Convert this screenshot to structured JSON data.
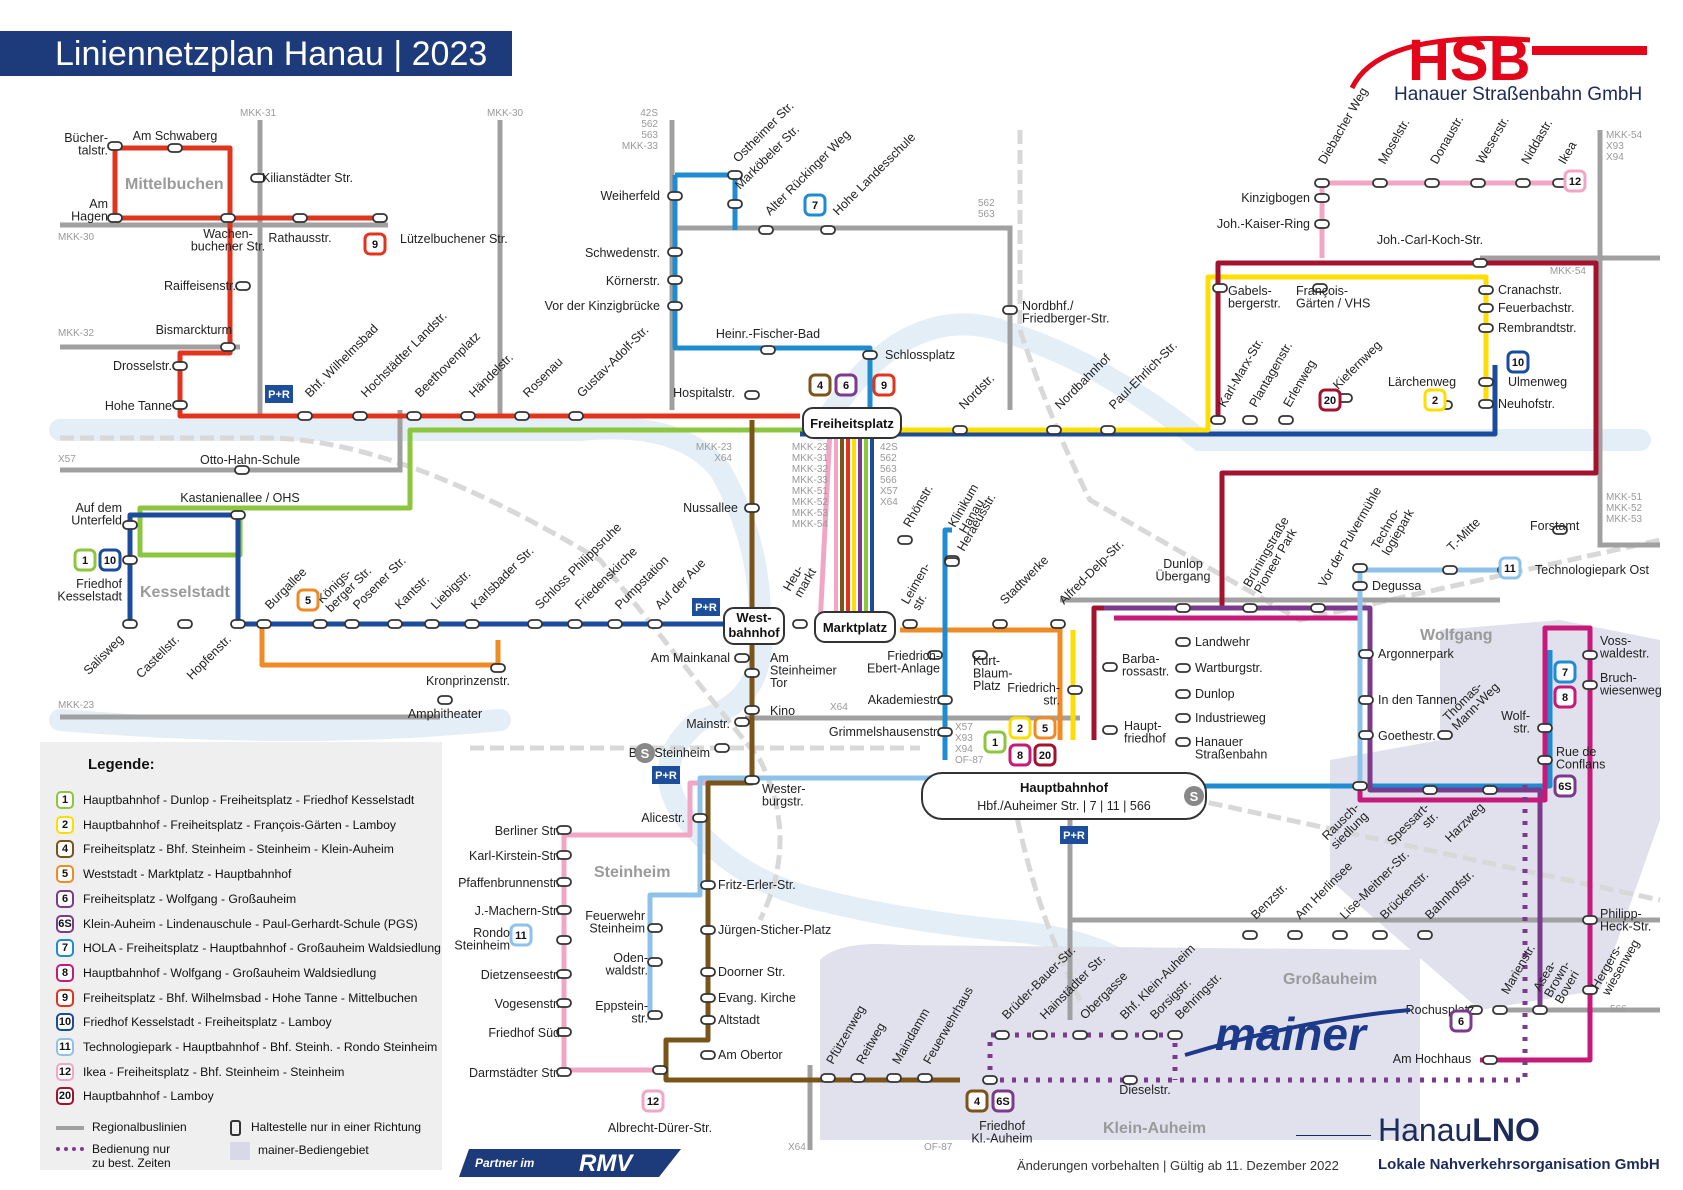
{
  "title": "Liniennetzplan Hanau | 2023",
  "company": {
    "logo": "HSB",
    "name": "Hanauer Straßenbahn GmbH"
  },
  "districts": {
    "mittelbuchen": "Mittelbuchen",
    "kesselstadt": "Kesselstadt",
    "steinheim": "Steinheim",
    "wolfgang": "Wolfgang",
    "grossauheim": "Großauheim",
    "kleinauheim": "Klein-Auheim"
  },
  "hubs": {
    "freiheitsplatz": "Freiheitsplatz",
    "marktplatz": "Marktplatz",
    "westbahnhof": "West-\nbahnhof",
    "hauptbahnhof": "Hauptbahnhof",
    "hauptbahnhof_sub": "Hbf./Auheimer Str. | 7 | 11 | 566"
  },
  "stops": {
    "buechertalstr": "Bücher-\ntalstr.",
    "am_schwaberg": "Am Schwaberg",
    "kilianstaedter": "Kilianstädter Str.",
    "am_hagen": "Am\nHagen",
    "wachenbuchener": "Wachen-\nbuchener Str.",
    "rathausstr": "Rathausstr.",
    "luetzelbuchener": "Lützelbuchener Str.",
    "raiffeisenstr": "Raiffeisenstr.",
    "bismarckturm": "Bismarckturm",
    "drosselstr": "Drosselstr.",
    "hohe_tanne": "Hohe Tanne",
    "bhf_wilhelmsbad": "Bhf. Wilhelmsbad",
    "hochstaedter": "Hochstädter Landstr.",
    "beethovenplatz": "Beethovenplatz",
    "haendelstr": "Händelstr.",
    "rosenau": "Rosenau",
    "gustav_adolf": "Gustav-Adolf-Str.",
    "otto_hahn": "Otto-Hahn-Schule",
    "kastanienallee": "Kastanienallee / OHS",
    "am_dem_unterfeld": "Auf dem\nUnterfeld",
    "friedhof_kesselstadt": "Friedhof\nKesselstadt",
    "salisweg": "Salisweg",
    "castellstr": "Castellstr.",
    "hopfenstr": "Hopfenstr.",
    "burgallee": "Burgallee",
    "koenigsberger": "Königs-\nberger Str.",
    "posener": "Posener Str.",
    "kantstr": "Kantstr.",
    "liebigstr": "Liebigstr.",
    "karlsbader": "Karlsbader Str.",
    "schloss_philippsruhe": "Schloss Philippsruhe",
    "friedenskirche": "Friedenskirche",
    "pumpstation": "Pumpstation",
    "auf_der_aue": "Auf der Aue",
    "kronprinzenstr": "Kronprinzenstr.",
    "amphitheater": "Amphitheater",
    "weiherfeld": "Weiherfeld",
    "schwedenstr": "Schwedenstr.",
    "koernerstr": "Körnerstr.",
    "vor_der_kinzigbruecke": "Vor der Kinzigbrücke",
    "heinr_fischer_bad": "Heinr.-Fischer-Bad",
    "schlossplatz": "Schlossplatz",
    "hospitalstr": "Hospitalstr.",
    "ostheimer": "Ostheimer Str.",
    "markoebeler": "Marköbeler Str.",
    "alter_rueckinger": "Alter Rückinger Weg",
    "hohe_landesschule": "Hohe Landesschule",
    "nordstr": "Nordstr.",
    "nordbhf": "Nordbhf./\nFriedberger-Str.",
    "nordbahnhof": "Nordbahnhof",
    "paul_ehrlich": "Paul-Ehrlich-Str.",
    "nussallee": "Nussallee",
    "heumarkt": "Heu-\nmarkt",
    "am_mainkanal": "Am Mainkanal",
    "am_steinheimer_tor": "Am\nSteinheimer\nTor",
    "kino": "Kino",
    "mainstr": "Mainstr.",
    "bhf_steinheim": "Bhf. Steinheim",
    "westerburgstr": "Wester-\nburgstr.",
    "alicestr": "Alicestr.",
    "berliner": "Berliner Str.",
    "karl_kirstein": "Karl-Kirstein-Str.",
    "pfaffenbrunnen": "Pfaffenbrunnenstr.",
    "j_machern": "J.-Machern-Str.",
    "rondo": "Rondo\nSteinheim",
    "dietzensee": "Dietzenseestr.",
    "vogesen": "Vogesenstr.",
    "friedhof_sued": "Friedhof Süd",
    "darmstaedter": "Darmstädter Str.",
    "albrecht_duerer": "Albrecht-Dürer-Str.",
    "feuerwehr_steinheim": "Feuerwehr\nSteinheim",
    "odenwaldstr": "Oden-\nwaldstr.",
    "eppsteinstr": "Eppstein-\nstr.",
    "fritz_erler": "Fritz-Erler-Str.",
    "juergen_sticher": "Jürgen-Sticher-Platz",
    "doorner": "Doorner Str.",
    "evang_kirche": "Evang. Kirche",
    "altstadt": "Altstadt",
    "am_obertor": "Am Obertor",
    "rhoenstr": "Rhönstr.",
    "klinikum": "Klinikum\nHanau",
    "heraeusstr": "Heraeusstr.",
    "leimenstr": "Leimen-\nstr.",
    "stadtwerke": "Stadtwerke",
    "alfred_delp": "Alfred-Delp-Str.",
    "friedrich_ebert": "Friedrich-\nEbert-Anlage",
    "kurt_blaum": "Kurt-\nBlaum-\nPlatz",
    "akademiestr": "Akademiestr.",
    "friedrichstr": "Friedrich-\nstr.",
    "grimmelshausen": "Grimmelshausenstr.",
    "barbarossastr": "Barba-\nrossastr.",
    "hauptfriedhof": "Haupt-\nfriedhof",
    "landwehr": "Landwehr",
    "wartburgstr": "Wartburgstr.",
    "dunlop": "Dunlop",
    "industrieweg": "Industrieweg",
    "hanauer_strassenbahn": "Hanauer\nStraßenbahn",
    "dunlop_uebergang": "Dunlop\nÜbergang",
    "bruening": "Brüningstraße\nPioneer Park",
    "vor_der_pulvermuehle": "Vor der Pulvermühle",
    "technologiepark": "Techno-\nlogiepark",
    "t_mitte": "T.-Mitte",
    "technologiepark_ost": "Technologiepark Ost",
    "forstamt": "Forstamt",
    "degussa": "Degussa",
    "argonnerpark": "Argonnerpark",
    "in_den_tannen": "In den Tannen",
    "goethestr": "Goethestr.",
    "thomas_mann": "Thomas-\nMann-Weg",
    "wolfstr": "Wolf-\nstr.",
    "rue_de_conflans": "Rue de\nConflans",
    "voss": "Voss-\nwaldestr.",
    "bruchwiesenweg": "Bruch-\nwiesenweg",
    "rauschsiedlung": "Rausch-\nsiedlung",
    "spessartstr": "Spessart-\nstr.",
    "harzweg": "Harzweg",
    "philipp_heck": "Philipp-\nHeck-Str.",
    "hergerswiesenweg": "Hergers-\nwiesenweg",
    "kinzigbogen": "Kinzigbogen",
    "joh_kaiser": "Joh.-Kaiser-Ring",
    "diebacher": "Diebacher Weg",
    "moselstr": "Moselstr.",
    "donaustr": "Donaustr.",
    "weserstr": "Weserstr.",
    "niddastr": "Niddastr.",
    "ikea": "Ikea",
    "joh_carl_koch": "Joh.-Carl-Koch-Str.",
    "gabelsbergerstr": "Gabels-\nbergerstr.",
    "francois_gaerten": "François-\nGärten / VHS",
    "cranachstr": "Cranachstr.",
    "feuerbachstr": "Feuerbachstr.",
    "rembrandtstr": "Rembrandtstr.",
    "ulmenweg": "Ulmenweg",
    "neuhofstr": "Neuhofstr.",
    "laerchenweg": "Lärchenweg",
    "karl_marx": "Karl-Marx-Str.",
    "plantagenstr": "Plantagenstr.",
    "erlenweg": "Erlenweg",
    "kiefernweg": "Kiefernweg",
    "benzstr": "Benzstr.",
    "am_herlinsee": "Am Herlinsee",
    "lise_meitner": "Lise-Meitner-Str.",
    "brueckenstr": "Brückenstr.",
    "bahnhofstr": "Bahnhofstr.",
    "marienstr": "Marienstr.",
    "asea": "Asea-\nBrown-\nBoveri",
    "rochusplatz": "Rochusplatz",
    "am_hochhaus": "Am Hochhaus",
    "pfuetzenweg": "Pfützenweg",
    "reitweg": "Reitweg",
    "maindamm": "Maindamm",
    "feuerwehrhaus": "Feuerwehrhaus",
    "brueder_bauer": "Brüder-Bauer-Str.",
    "hainstaedter": "Hainstädter Str.",
    "obergasse": "Obergasse",
    "bhf_klein_auheim": "Bhf. Klein-Auheim",
    "borsigstr": "Borsigstr.",
    "behringstr": "Behringstr.",
    "dieselstr": "Dieselstr.",
    "friedhof_kl_auheim": "Friedhof\nKl.-Auheim"
  },
  "regional_codes": {
    "mkk31": "MKK-31",
    "mkk30_top": "MKK-30",
    "mkk30_left": "MKK-30",
    "mkk32": "MKK-32",
    "x57": "X57",
    "mkk23": "MKK-23",
    "mkk23_x64": "MKK-23\nX64",
    "weiherfeld_codes": "42S\n562\n563\nMKK-33",
    "codes_562_563": "562\n563",
    "freiheitsplatz_codes": "MKK-23\nMKK-31\nMKK-32\nMKK-33\nMKK-51\nMKK-52\nMKK-53\nMKK-54",
    "freiheitsplatz_codes2": "42S\n562\n563\n566\nX57\nX64",
    "mkk54_top": "MKK-54\nX93\nX94",
    "mkk54": "MKK-54",
    "mkk51": "MKK-51\nMKK-52\nMKK-53",
    "x64_kino": "X64",
    "x57_hbf": "X57\nX93\nX94\nOF-87",
    "c566": "566",
    "x64_bottom": "X64",
    "of87": "OF-87"
  },
  "lines": [
    {
      "id": "1",
      "color": "#8cc63f"
    },
    {
      "id": "2",
      "color": "#ffdd00"
    },
    {
      "id": "4",
      "color": "#7a5418"
    },
    {
      "id": "5",
      "color": "#f08a24"
    },
    {
      "id": "6",
      "color": "#7b3b8c"
    },
    {
      "id": "6S",
      "color": "#7b3b8c"
    },
    {
      "id": "7",
      "color": "#1f8bd0"
    },
    {
      "id": "8",
      "color": "#c6197a"
    },
    {
      "id": "9",
      "color": "#e2341d"
    },
    {
      "id": "10",
      "color": "#1b4b9c"
    },
    {
      "id": "11",
      "color": "#8ec2ea"
    },
    {
      "id": "12",
      "color": "#f2a6c5"
    },
    {
      "id": "20",
      "color": "#a3132f"
    }
  ],
  "legend": {
    "title": "Legende:",
    "items": [
      {
        "badge": "1",
        "color": "#8cc63f",
        "text": "Hauptbahnhof - Dunlop - Freiheitsplatz - Friedhof Kesselstadt"
      },
      {
        "badge": "2",
        "color": "#ffdd00",
        "text": "Hauptbahnhof - Freiheitsplatz - François-Gärten - Lamboy"
      },
      {
        "badge": "4",
        "color": "#7a5418",
        "text": "Freiheitsplatz - Bhf. Steinheim - Steinheim - Klein-Auheim"
      },
      {
        "badge": "5",
        "color": "#f08a24",
        "text": "Weststadt - Marktplatz - Hauptbahnhof"
      },
      {
        "badge": "6",
        "color": "#7b3b8c",
        "text": "Freiheitsplatz - Wolfgang - Großauheim"
      },
      {
        "badge": "6S",
        "color": "#7b3b8c",
        "text": "Klein-Auheim - Lindenauschule - Paul-Gerhardt-Schule (PGS)"
      },
      {
        "badge": "7",
        "color": "#1f8bd0",
        "text": "HOLA - Freiheitsplatz - Hauptbahnhof - Großauheim Waldsiedlung"
      },
      {
        "badge": "8",
        "color": "#c6197a",
        "text": "Hauptbahnhof - Wolfgang - Großauheim Waldsiedlung"
      },
      {
        "badge": "9",
        "color": "#e2341d",
        "text": "Freiheitsplatz - Bhf. Wilhelmsbad - Hohe Tanne - Mittelbuchen"
      },
      {
        "badge": "10",
        "color": "#1b4b9c",
        "text": "Friedhof Kesselstadt - Freiheitsplatz - Lamboy"
      },
      {
        "badge": "11",
        "color": "#8ec2ea",
        "text": "Technologiepark - Hauptbahnhof - Bhf. Steinh. - Rondo Steinheim"
      },
      {
        "badge": "12",
        "color": "#f2a6c5",
        "text": "Ikea - Freiheitsplatz - Bhf. Steinheim  - Steinheim"
      },
      {
        "badge": "20",
        "color": "#a3132f",
        "text": "Hauptbahnhof - Lamboy"
      }
    ],
    "regional": "Regionalbuslinien",
    "one_direction": "Haltestelle nur in einer Richtung",
    "limited": "Bedienung nur\nzu best. Zeiten",
    "mainer_area": "mainer-Bediengebiet"
  },
  "symbols": {
    "park_ride": "P+R",
    "s_bahn": "S"
  },
  "mainer": "mainer",
  "rmv": {
    "prefix": "Partner im",
    "name": "RMV"
  },
  "lno": {
    "prefix": "Hanau",
    "bold": "LNO",
    "full": "Lokale Nahverkehrsorganisation GmbH"
  },
  "footnote": "Änderungen vorbehalten | Gültig ab 11. Dezember 2022"
}
